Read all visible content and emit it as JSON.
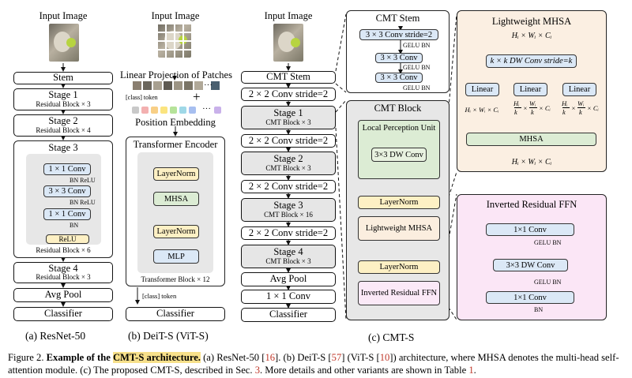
{
  "resnet": {
    "input_label": "Input Image",
    "stem": "Stem",
    "stage1": {
      "title": "Stage 1",
      "sub": "Residual Block × 3"
    },
    "stage2": {
      "title": "Stage 2",
      "sub": "Residual Block × 4"
    },
    "stage3": {
      "title": "Stage 3",
      "conv1": "1 × 1 Conv",
      "conv2": "3 × 3 Conv",
      "conv3": "1 × 1 Conv",
      "bnrelu": "BN ReLU",
      "bn": "BN",
      "relu": "ReLU",
      "sub": "Residual Block × 6"
    },
    "stage4": {
      "title": "Stage 4",
      "sub": "Residual Block × 3"
    },
    "avgpool": "Avg Pool",
    "classifier": "Classifier",
    "caption": "(a)  ResNet-50"
  },
  "deit": {
    "input_label": "Input Image",
    "linear_proj": "Linear Projection of Patches",
    "class_token": "[class] token",
    "plus": "+",
    "dots": "···",
    "pos_embed": "Position Embedding",
    "encoder_title": "Transformer Encoder",
    "layernorm1": "LayerNorm",
    "mhsa": "MHSA",
    "layernorm2": "LayerNorm",
    "mlp": "MLP",
    "block_count": "Transformer Block × 12",
    "out_token": "[class] token",
    "classifier": "Classifier",
    "caption": "(b) DeiT-S (ViT-S)",
    "embed_colors": [
      "#c9c9c9",
      "#f3b0b0",
      "#f8cf86",
      "#fbe47f",
      "#b6e39a",
      "#9fd8e7",
      "#a7bff0",
      "#c9b1ea"
    ]
  },
  "cmt": {
    "input_label": "Input Image",
    "stem": "CMT Stem",
    "conv_s2_a": "2 × 2 Conv stride=2",
    "stage1": {
      "title": "Stage 1",
      "sub": "CMT Block × 3"
    },
    "conv_s2_b": "2 × 2 Conv stride=2",
    "stage2": {
      "title": "Stage 2",
      "sub": "CMT Block × 3"
    },
    "conv_s2_c": "2 × 2 Conv stride=2",
    "stage3": {
      "title": "Stage 3",
      "sub": "CMT Block × 16"
    },
    "conv_s2_d": "2 × 2 Conv stride=2",
    "stage4": {
      "title": "Stage 4",
      "sub": "CMT Block × 3"
    },
    "avgpool": "Avg Pool",
    "conv1x1": "1 × 1 Conv",
    "classifier": "Classifier",
    "caption": "(c) CMT-S"
  },
  "cmt_stem": {
    "title": "CMT Stem",
    "conv1": "3 × 3 Conv stride=2",
    "conv2": "3 × 3 Conv",
    "conv3": "3 × 3 Conv",
    "gelubn": "GELU BN"
  },
  "cmt_block": {
    "title": "CMT Block",
    "lpu": "Local Perception Unit",
    "dwconv": "3×3 DW Conv",
    "layernorm1": "LayerNorm",
    "lmhsa": "Lightweight MHSA",
    "layernorm2": "LayerNorm",
    "irffn": "Inverted Residual FFN"
  },
  "lmhsa_panel": {
    "title": "Lightweight MHSA",
    "input_dims": "Hᵢ × Wᵢ × Cᵢ",
    "dwconv": "k × k DW Conv stride=k",
    "linear": "Linear",
    "dims_left": "Hᵢ × Wᵢ × Cᵢ",
    "dims_mid_h": "Hᵢ",
    "dims_mid_w": "Wᵢ",
    "dims_k": "k",
    "dims_c": "× Cᵢ",
    "mhsa": "MHSA",
    "output_dims": "Hᵢ × Wᵢ × Cᵢ"
  },
  "irffn_panel": {
    "title": "Inverted Residual FFN",
    "conv1": "1×1 Conv",
    "gelubn": "GELU BN",
    "dwconv": "3×3 DW Conv",
    "conv2": "1×1 Conv",
    "bn": "BN"
  },
  "caption": {
    "prefix": "Figure 2.",
    "bold1": "Example of the",
    "highlight": "CMT-S architecture.",
    "t1": "(a) ResNet-50 [",
    "r1": "16",
    "t2": "]. (b) DeiT-S [",
    "r2": "57",
    "t3": "] (ViT-S [",
    "r3": "10",
    "t4": "]) architecture, where MHSA denotes the multi-head self-attention module. (c) The proposed CMT-S, described in Sec. ",
    "r4": "3",
    "t5": ". More details and other variants are shown in Table ",
    "r5": "1",
    "t6": "."
  }
}
